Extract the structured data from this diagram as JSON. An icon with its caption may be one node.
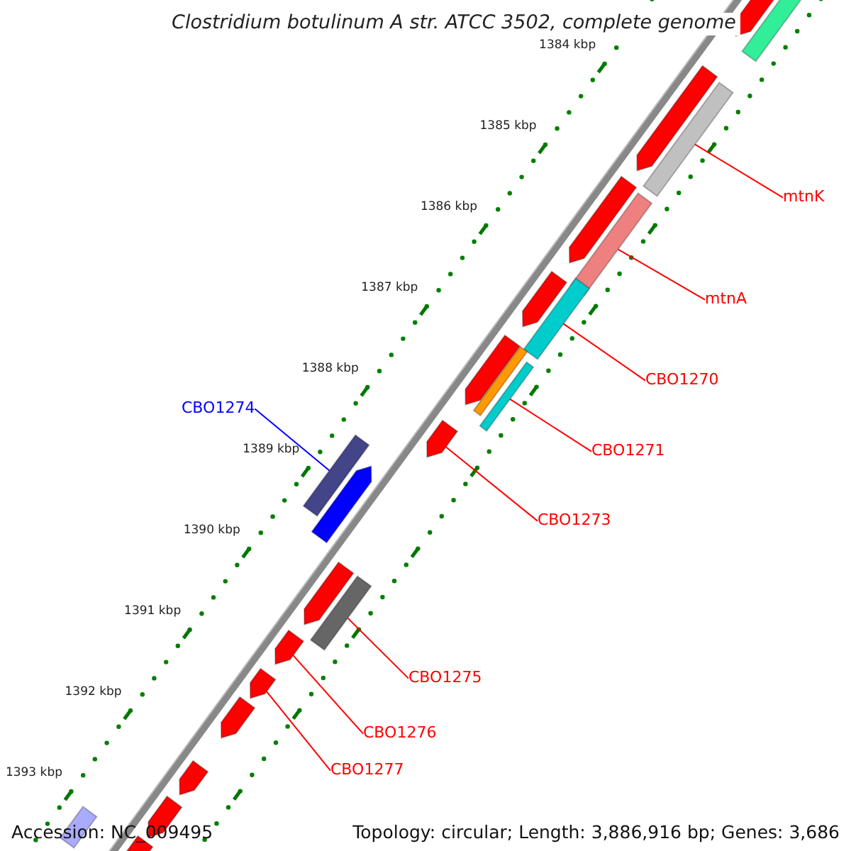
{
  "diagram": {
    "title": "Clostridium botulinum A str. ATCC 3502, complete genome",
    "nodes": [
      {
        "text": [
          "mtnK"
        ]
      },
      {
        "text": [
          "mtnA"
        ]
      },
      {
        "text": [
          "CBO1270"
        ]
      },
      {
        "text": [
          "CBO1274"
        ]
      },
      {
        "text": [
          "CBO1271"
        ]
      },
      {
        "text": [
          "CBO1273"
        ]
      },
      {
        "text": [
          "CBO1275"
        ]
      },
      {
        "text": [
          "CBO1276"
        ]
      },
      {
        "text": [
          "CBO1277"
        ]
      },
      {
        "text": [],
        "shape": "bar"
      },
      {
        "text": [],
        "shape": "arrow"
      },
      {
        "text": [],
        "shape": "arrow"
      },
      {
        "text": [],
        "shape": "bar"
      },
      {
        "text": [],
        "shape": "arrow"
      },
      {
        "text": [],
        "shape": "bar"
      },
      {
        "text": [],
        "shape": "bar"
      },
      {
        "text": [],
        "shape": "arrow"
      },
      {
        "text": [],
        "shape": "arrow"
      },
      {
        "text": [],
        "shape": "bar"
      },
      {
        "text": [],
        "shape": "bar"
      },
      {
        "text": [],
        "shape": "arrow"
      },
      {
        "text": [],
        "shape": "bar"
      },
      {
        "text": [],
        "shape": "arrow"
      },
      {
        "text": [],
        "shape": "arrow"
      },
      {
        "text": [],
        "shape": "bar"
      },
      {
        "text": [],
        "shape": "arrow"
      },
      {
        "text": [],
        "shape": "arrow"
      },
      {
        "text": [],
        "shape": "arrow"
      },
      {
        "text": [],
        "shape": "arrow"
      },
      {
        "text": [],
        "shape": "arrow"
      },
      {
        "text": [],
        "shape": "arrow"
      },
      {
        "text": [],
        "shape": "bar"
      }
    ],
    "edges": [
      {
        "from": 0,
        "to": 12,
        "arrow": "none"
      },
      {
        "from": 1,
        "to": 14,
        "arrow": "none"
      },
      {
        "from": 2,
        "to": 15,
        "arrow": "none"
      },
      {
        "from": 3,
        "to": 21,
        "arrow": "none",
        "color": "#0000ff"
      },
      {
        "from": 4,
        "to": 19,
        "arrow": "none"
      },
      {
        "from": 5,
        "to": 20,
        "arrow": "none"
      },
      {
        "from": 6,
        "to": 24,
        "arrow": "none"
      },
      {
        "from": 7,
        "to": 25,
        "arrow": "none"
      },
      {
        "from": 8,
        "to": 26,
        "arrow": "none"
      }
    ],
    "labels": [
      "1384 kbp",
      "1385 kbp",
      "1386 kbp",
      "1387 kbp",
      "1388 kbp",
      "1389 kbp",
      "1390 kbp",
      "1391 kbp",
      "1392 kbp",
      "1393 kbp",
      "Accession: NC_009495",
      "Topology: circular; Length: 3,886,916 bp; Genes: 3,686"
    ]
  }
}
